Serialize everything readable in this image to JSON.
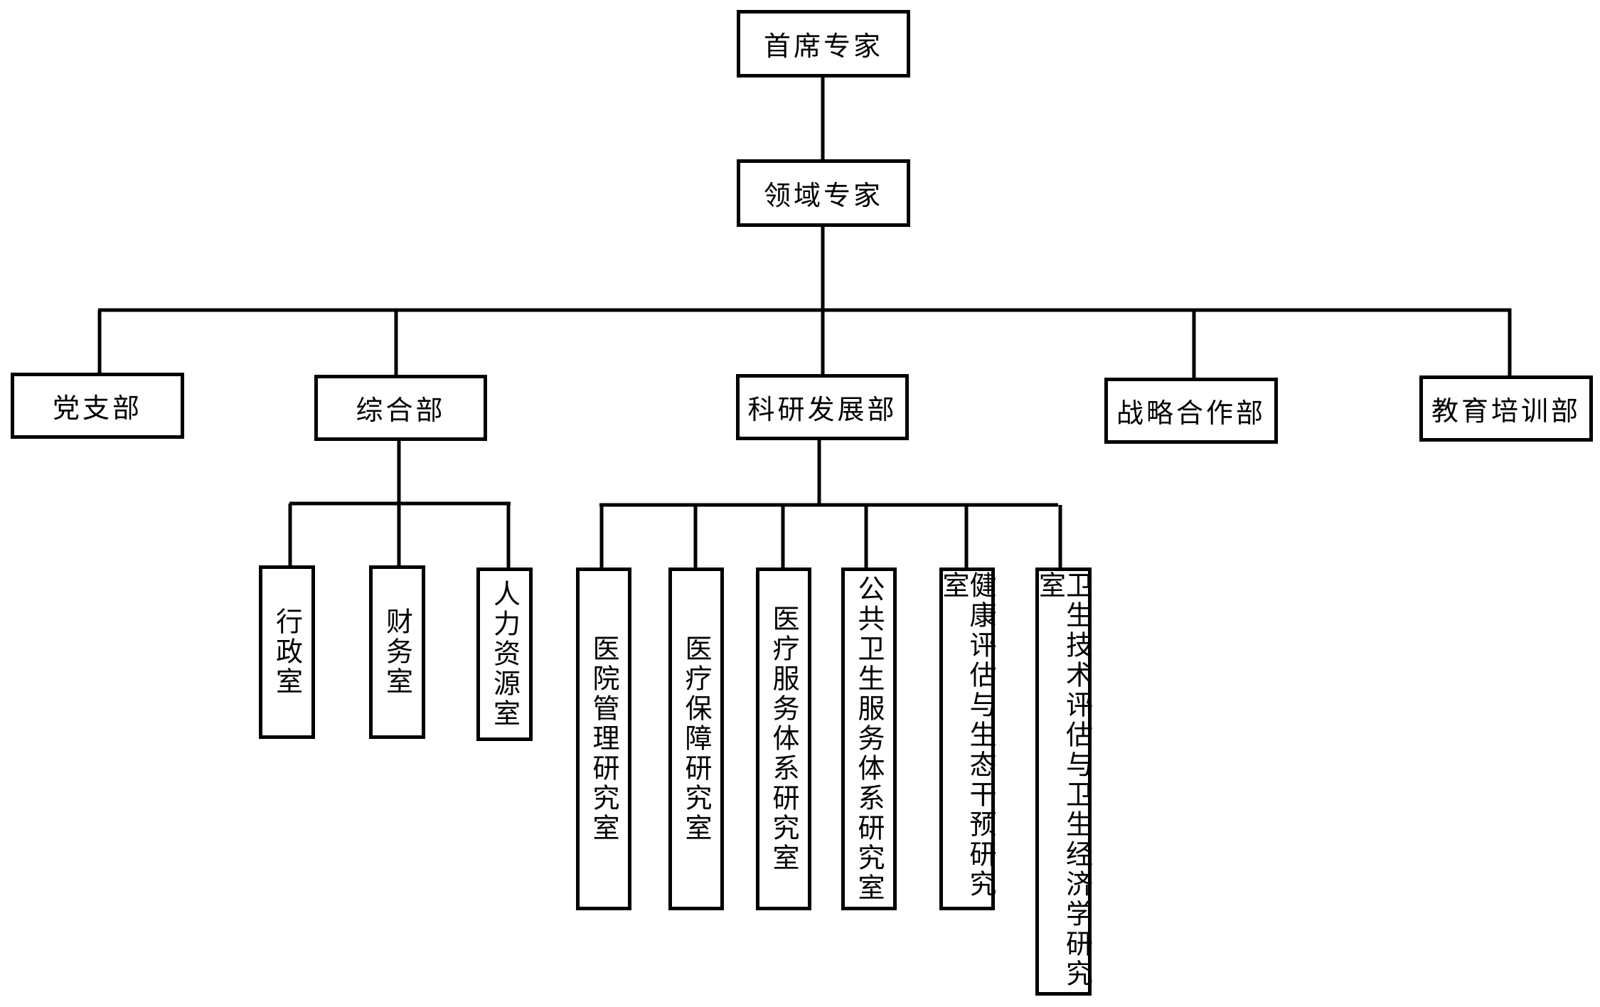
{
  "diagram": {
    "type": "org-chart",
    "root": "首席专家",
    "level2": "领域专家",
    "departments": [
      "党支部",
      "综合部",
      "科研发展部",
      "战略合作部",
      "教育培训部"
    ],
    "general_office_units": [
      "行政室",
      "财务室",
      "人力资源室"
    ],
    "research_units": [
      "医院管理研究室",
      "医疗保障研究室",
      "医疗服务体系研究室",
      "公共卫生服务体系研究室",
      "健康评估与生态干预研究室",
      "卫生技术评估与卫生经济学研究室"
    ],
    "line_color": "#000000",
    "box_border_color": "#000000"
  }
}
